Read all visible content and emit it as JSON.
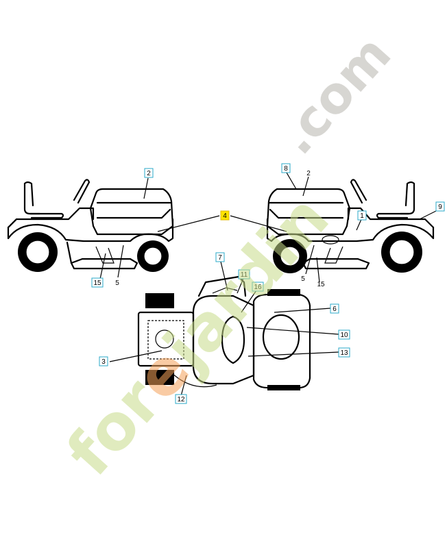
{
  "watermark": {
    "part1": "for",
    "part2": "e",
    "part3": "jardin",
    "part4": ".com"
  },
  "callouts": {
    "c1": "1",
    "c2": "2",
    "c2b": "2",
    "c3": "3",
    "c4": "4",
    "c5a": "5",
    "c5b": "5",
    "c6": "6",
    "c7": "7",
    "c8": "8",
    "c9": "9",
    "c10": "10",
    "c11": "11",
    "c12": "12",
    "c13": "13",
    "c15a": "15",
    "c15b": "15",
    "c16": "16"
  },
  "colors": {
    "callout_border": "#2aa9c8",
    "callout_highlight": "#ffe400",
    "watermark_green": "#c8dc8a",
    "watermark_orange": "#f5a25a",
    "watermark_gray": "#b8b5ae"
  }
}
